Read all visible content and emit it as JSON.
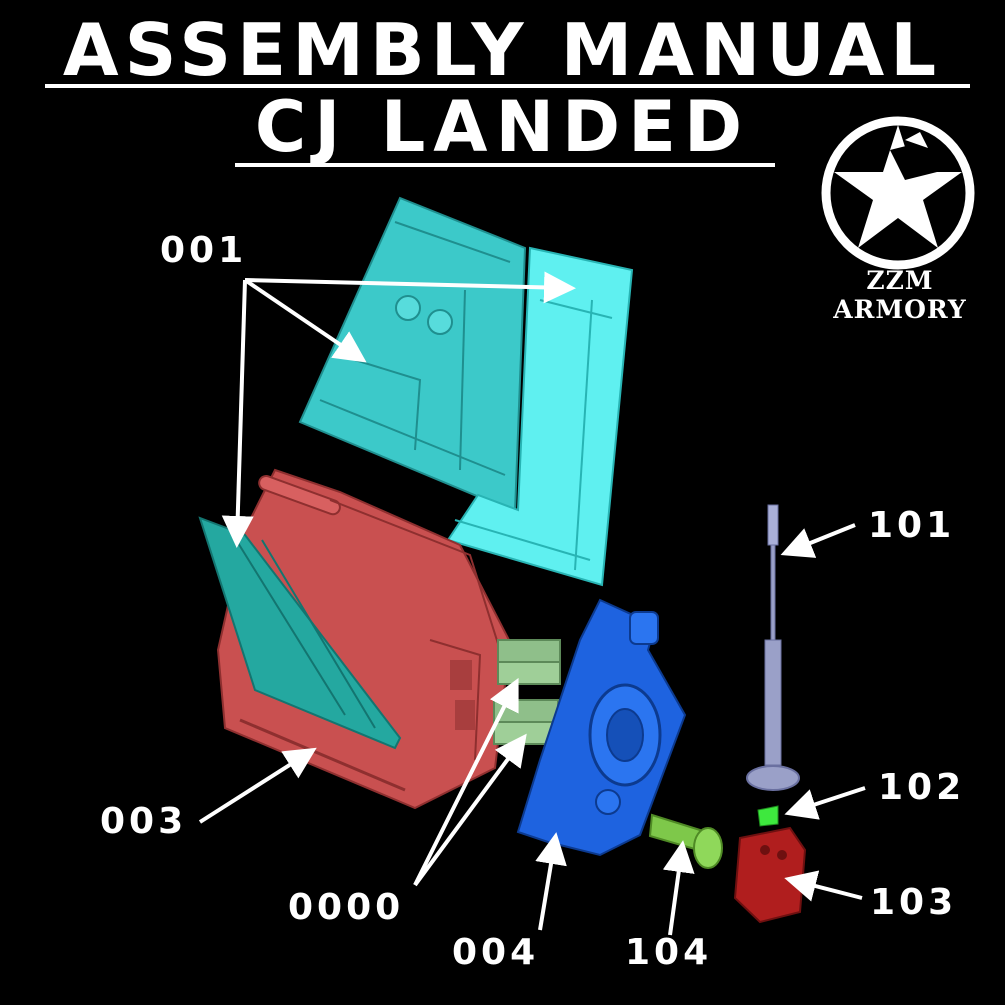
{
  "title": {
    "main": "ASSEMBLY MANUAL",
    "sub": "CJ LANDED"
  },
  "brand": {
    "name": "ZZM ARMORY"
  },
  "parts": {
    "p001": "001",
    "p003": "003",
    "p0000": "0000",
    "p004": "004",
    "p101": "101",
    "p102": "102",
    "p103": "103",
    "p104": "104"
  },
  "colors": {
    "cyan_part": "#3cc9c9",
    "cyan_light": "#5ff0f0",
    "teal_part": "#24a8a0",
    "red_part": "#c95050",
    "green_part": "#8fbf8a",
    "blue_part": "#1e63e0",
    "lime_part": "#7ec84a",
    "dark_red_part": "#b01e1e",
    "grey_part": "#9aa0c8"
  }
}
